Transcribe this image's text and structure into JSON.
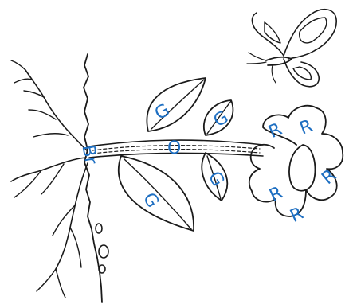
{
  "diagram": {
    "labels": {
      "root": "Br",
      "stem": "O",
      "leaf_top_left": "G",
      "leaf_top_right": "G",
      "leaf_mid": "G",
      "leaf_bottom": "G",
      "petal_1": "R",
      "petal_2": "R",
      "petal_3": "R",
      "petal_4": "R",
      "petal_5": "R"
    },
    "colors": {
      "ink": "#1a1a1a",
      "label": "#1e6fc2",
      "background": "#ffffff"
    },
    "icons": [
      "butterfly-icon",
      "flower-icon",
      "leaf-icon",
      "root-icon"
    ]
  }
}
